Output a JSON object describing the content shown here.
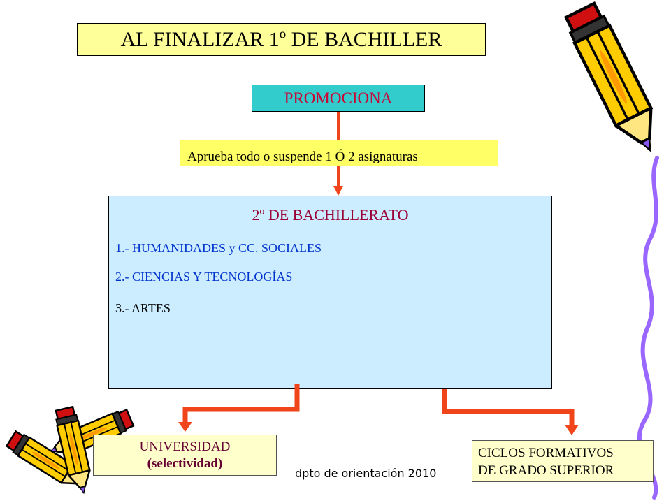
{
  "slide": {
    "title": "AL FINALIZAR 1º DE BACHILLER",
    "promotion_label": "PROMOCIONA",
    "condition": "Aprueba todo o suspende 1 Ó 2 asignaturas",
    "next_course": {
      "heading": "2º DE BACHILLERATO",
      "options": [
        "1.- HUMANIDADES y CC. SOCIALES",
        "2.- CIENCIAS Y TECNOLOGÍAS",
        "3.- ARTES"
      ]
    },
    "outcomes": {
      "university": {
        "line1": "UNIVERSIDAD",
        "line2": "(selectividad)"
      },
      "vocational": {
        "line1": "CICLOS FORMATIVOS",
        "line2": "DE GRADO SUPERIOR"
      }
    },
    "footer": "dpto de orientación 2010"
  },
  "icons": {
    "top_right": "pencil-icon",
    "bottom_left": [
      "pencil-icon",
      "pencil-icon",
      "pencil-icon"
    ],
    "right_edge": "squiggle-line"
  },
  "colors": {
    "title_fill": "#FFFF99",
    "promotion_fill": "#33CCCC",
    "promotion_text": "#CC0033",
    "condition_fill": "#FFFF66",
    "course_fill": "#CCECFF",
    "course_heading": "#990033",
    "option_blue": "#0033CC",
    "outcome_fill": "#FFFFCC",
    "university_text": "#660033",
    "connector": "#F0441A",
    "squiggle": "#9966FF"
  }
}
